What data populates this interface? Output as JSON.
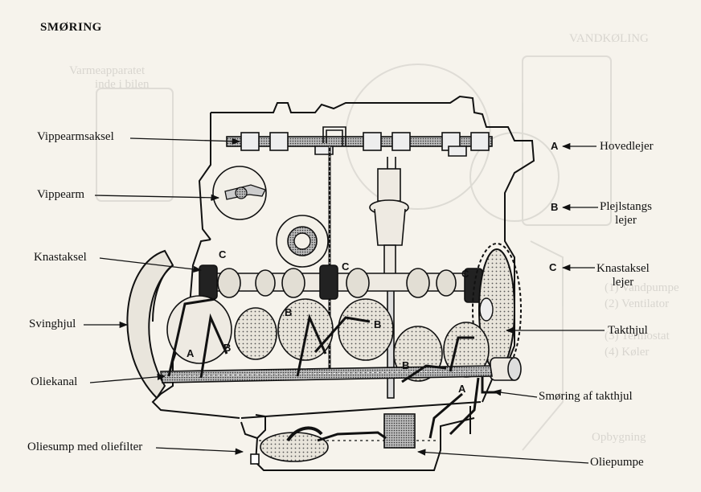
{
  "header": {
    "title": "SMØRING"
  },
  "bleed_through": {
    "heading": "VANDKØLING",
    "lines": [
      "Varmeapparatet",
      "inde i bilen",
      "(1) Vandpumpe",
      "(2) Ventilator",
      "(3) Termostat",
      "(4) Køler",
      "Opbygning"
    ]
  },
  "labels_left": [
    {
      "id": "vippearmsaksel",
      "text": "Vippearmsaksel"
    },
    {
      "id": "vippearm",
      "text": "Vippearm"
    },
    {
      "id": "knastaksel",
      "text": "Knastaksel"
    },
    {
      "id": "svinghjul",
      "text": "Svinghjul"
    },
    {
      "id": "oliekanal",
      "text": "Oliekanal"
    },
    {
      "id": "oliesump",
      "text": "Oliesump med oliefilter"
    }
  ],
  "labels_right": [
    {
      "id": "hovedlejer",
      "key": "A",
      "text": "Hovedlejer"
    },
    {
      "id": "plejlstang",
      "key": "B",
      "text": "Plejlstangs\nlejer"
    },
    {
      "id": "knastlejer",
      "key": "C",
      "text": "Knastaksel\nlejer"
    },
    {
      "id": "takthjul",
      "text": "Takthjul"
    },
    {
      "id": "smoring-takthjul",
      "text": "Smøring af takthjul"
    },
    {
      "id": "oliepumpe",
      "text": "Oliepumpe"
    }
  ],
  "diagram_marks": {
    "bearing_c": "C",
    "bearing_b": "B",
    "bearing_a": "A"
  }
}
